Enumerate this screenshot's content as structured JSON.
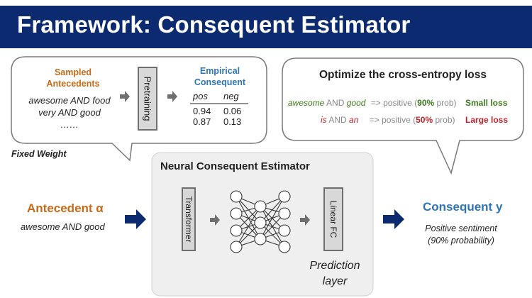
{
  "title": "Framework: Consequent Estimator",
  "left_bubble": {
    "sampled_label": "Sampled\nAntecedents",
    "examples": [
      "awesome AND food",
      "very AND good",
      "……"
    ],
    "pretraining_label": "Pretraining",
    "empirical_label": "Empirical\nConsequent",
    "table": {
      "headers": [
        "pos",
        "neg"
      ],
      "rows": [
        [
          "0.94",
          "0.06"
        ],
        [
          "0.87",
          "0.13"
        ]
      ]
    }
  },
  "fixed_weight_label": "Fixed Weight",
  "right_bubble": {
    "title": "Optimize the cross-entropy loss",
    "row1": {
      "a": "awesome",
      "and": "AND",
      "b": "good",
      "arrow": "=> positive (",
      "pct": "90%",
      "prob": " prob)",
      "loss": "Small loss"
    },
    "row2": {
      "a": "is",
      "and": "AND",
      "b": "an",
      "arrow": "=> positive (",
      "pct": "50%",
      "prob": " prob)",
      "loss": "Large loss"
    }
  },
  "nce": {
    "title": "Neural Consequent Estimator",
    "transformer_label": "Transformer",
    "linear_label": "Linear FC",
    "prediction_label": "Prediction\nlayer"
  },
  "antecedent": {
    "label": "Antecedent α",
    "example": "awesome AND good"
  },
  "consequent": {
    "label": "Consequent y",
    "desc": "Positive sentiment\n(90% probability)"
  },
  "colors": {
    "header_bg": "#0b2a6f",
    "orange": "#c56a18",
    "blue": "#2e75b6",
    "green": "#3f7a1c",
    "red": "#c0232b",
    "arrow_navy": "#0b2a6f"
  }
}
